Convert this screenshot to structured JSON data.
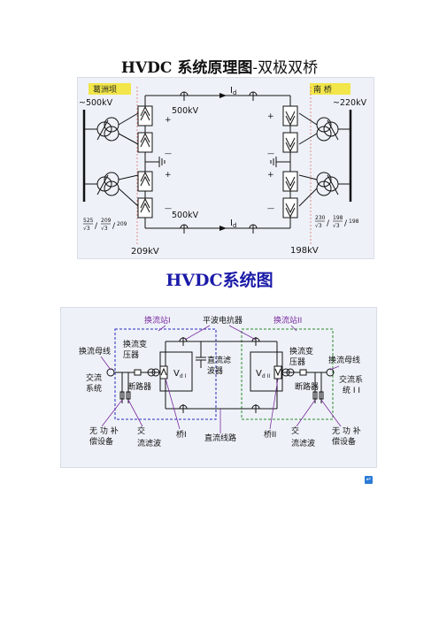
{
  "page": {
    "title_bold": "HVDC 系统原理图",
    "title_rest": "-双极双桥",
    "subtitle": "HVDC系统图"
  },
  "fig1": {
    "label_left_box": "葛洲坝",
    "label_right_box": "南  桥",
    "voltage_left_ac": "~500kV",
    "voltage_right_ac": "~220kV",
    "dc_top": "500kV",
    "dc_bottom": "500kV",
    "current_top": "I",
    "current_top_sub": "d",
    "current_bottom": "I",
    "current_bottom_sub": "d",
    "plus": "+",
    "minus": "—",
    "ratio_left_a": "525",
    "ratio_left_b": "209",
    "ratio_left_c": "209",
    "ratio_right_a": "230",
    "ratio_right_b": "198",
    "ratio_right_c": "198",
    "sqrt3": "√3",
    "bottom_left_kv": "209kV",
    "bottom_right_kv": "198kV"
  },
  "fig2": {
    "station1": "换流站I",
    "smoothing_reactor": "平波电抗器",
    "station2": "换流站II",
    "bus_left": "换流母线",
    "transformer_left_1": "换流变",
    "transformer_left_2": "压器",
    "dc_filter_1": "直流滤",
    "dc_filter_2": "波器",
    "transformer_right_1": "换流变",
    "transformer_right_2": "压器",
    "bus_right": "换流母线",
    "ac_system_left_1": "交流",
    "ac_system_left_2": "系统",
    "breaker_left": "断路器",
    "vd1": "V",
    "vd1_sub": "d I",
    "vd2": "V",
    "vd2_sub": "d II",
    "breaker_right": "断路器",
    "ac_system_right_1": "交流系",
    "ac_system_right_2": "统 I I",
    "reactive_left_1": "无 功 补",
    "reactive_left_2": "偿设备",
    "ac_filter_left_1": "交",
    "ac_filter_left_2": "流滤波",
    "bridge1": "桥I",
    "dc_line": "直流线路",
    "bridge2": "桥II",
    "ac_filter_right_1": "交",
    "ac_filter_right_2": "流滤波",
    "reactive_right_1": "无 功 补",
    "reactive_right_2": "偿设备"
  },
  "icons": {
    "corner": "return-arrow-icon",
    "corner_glyph": "↵"
  },
  "colors": {
    "label_purple": "#7b2aa0",
    "station_blue": "#2b2bbd",
    "station_green": "#2a8a2a",
    "label_box_yellow": "#f2e64a",
    "panel_bg": "#eef2f8",
    "dashed_red": "#e28a8a"
  }
}
